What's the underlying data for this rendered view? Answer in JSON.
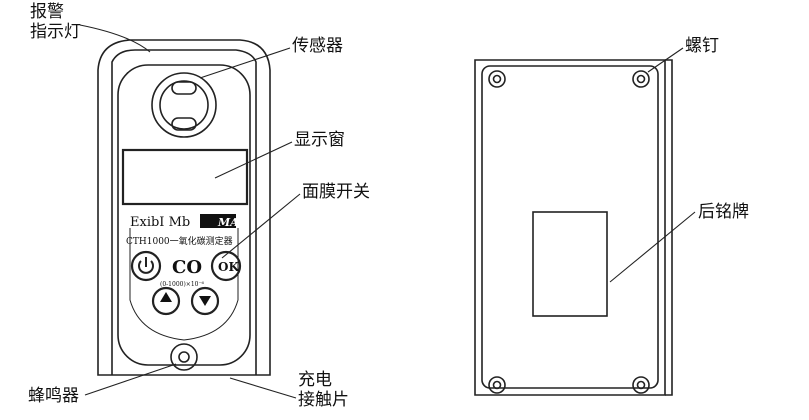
{
  "labels": {
    "alarm_light_1": "报警",
    "alarm_light_2": "指示灯",
    "sensor": "传感器",
    "display": "显示窗",
    "membrane_switch": "面膜开关",
    "buzzer": "蜂鸣器",
    "charge_1": "充电",
    "charge_2": "接触片",
    "screw": "螺钉",
    "rear_nameplate": "后铭牌"
  },
  "device": {
    "exmark": "ExibI Mb",
    "ma_logo": "MA",
    "model": "CTH1000一氧化碳测定器",
    "gas": "CO",
    "range": "(0-1000)×10⁻⁶",
    "ok_button": "OK"
  }
}
